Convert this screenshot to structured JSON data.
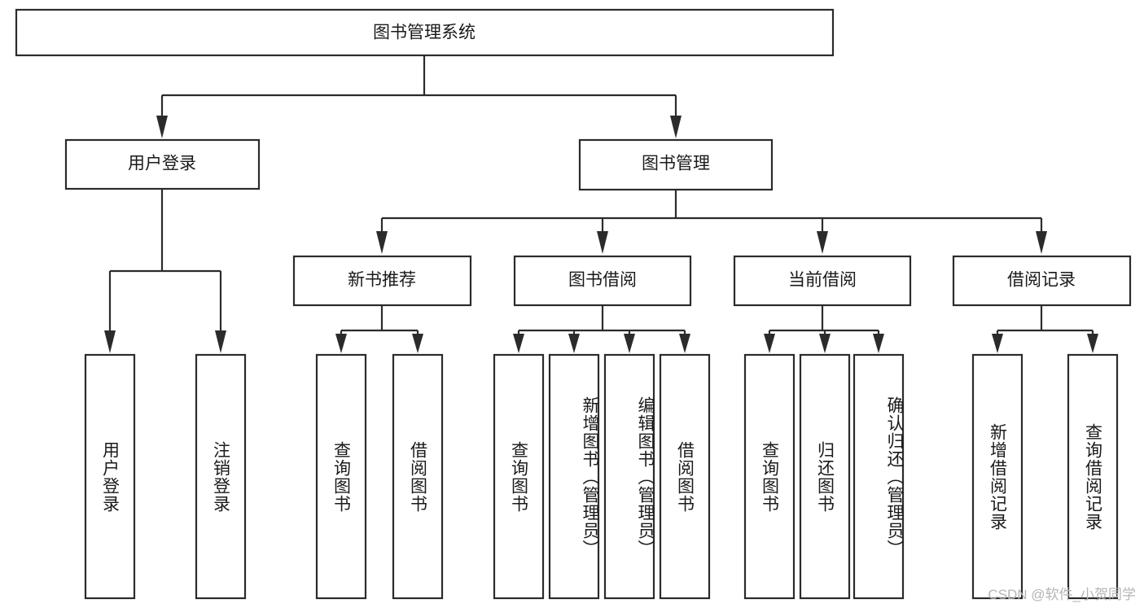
{
  "diagram": {
    "type": "tree-hierarchy",
    "title": "图书管理系统",
    "orientation": "top-down",
    "watermark": "CSDN @软件_小贺同学",
    "colors": {
      "background": "#ffffff",
      "node_fill": "#ffffff",
      "node_stroke": "#2b2b2b",
      "text": "#1a1a1a",
      "watermark": "#b4b4b4"
    },
    "levels": [
      {
        "level": 0,
        "nodes": [
          {
            "id": "root",
            "label": "图书管理系统",
            "orientation": "horizontal"
          }
        ]
      },
      {
        "level": 1,
        "nodes": [
          {
            "id": "user-login",
            "label": "用户登录",
            "orientation": "horizontal",
            "parent": "root"
          },
          {
            "id": "book-manage",
            "label": "图书管理",
            "orientation": "horizontal",
            "parent": "root"
          }
        ]
      },
      {
        "level": 2,
        "nodes": [
          {
            "id": "new-book-rec",
            "label": "新书推荐",
            "orientation": "horizontal",
            "parent": "book-manage"
          },
          {
            "id": "book-borrow",
            "label": "图书借阅",
            "orientation": "horizontal",
            "parent": "book-manage"
          },
          {
            "id": "current-borrow",
            "label": "当前借阅",
            "orientation": "horizontal",
            "parent": "book-manage"
          },
          {
            "id": "borrow-record",
            "label": "借阅记录",
            "orientation": "horizontal",
            "parent": "book-manage"
          }
        ]
      },
      {
        "level": 3,
        "nodes": [
          {
            "id": "leaf-1",
            "label": "用户登录",
            "orientation": "vertical",
            "parent": "user-login"
          },
          {
            "id": "leaf-2",
            "label": "注销登录",
            "orientation": "vertical",
            "parent": "user-login"
          },
          {
            "id": "leaf-3",
            "label": "查询图书",
            "orientation": "vertical",
            "parent": "new-book-rec"
          },
          {
            "id": "leaf-4",
            "label": "借阅图书",
            "orientation": "vertical",
            "parent": "new-book-rec"
          },
          {
            "id": "leaf-5",
            "label": "查询图书",
            "orientation": "vertical",
            "parent": "book-borrow"
          },
          {
            "id": "leaf-6",
            "label": "新增图书（管理员）",
            "orientation": "vertical",
            "parent": "book-borrow"
          },
          {
            "id": "leaf-7",
            "label": "编辑图书（管理员）",
            "orientation": "vertical",
            "parent": "book-borrow"
          },
          {
            "id": "leaf-8",
            "label": "借阅图书",
            "orientation": "vertical",
            "parent": "book-borrow"
          },
          {
            "id": "leaf-9",
            "label": "查询图书",
            "orientation": "vertical",
            "parent": "current-borrow"
          },
          {
            "id": "leaf-10",
            "label": "归还图书",
            "orientation": "vertical",
            "parent": "current-borrow"
          },
          {
            "id": "leaf-11",
            "label": "确认归还（管理员）",
            "orientation": "vertical",
            "parent": "current-borrow"
          },
          {
            "id": "leaf-12",
            "label": "新增借阅记录",
            "orientation": "vertical",
            "parent": "borrow-record"
          },
          {
            "id": "leaf-13",
            "label": "查询借阅记录",
            "orientation": "vertical",
            "parent": "borrow-record"
          }
        ]
      }
    ]
  }
}
